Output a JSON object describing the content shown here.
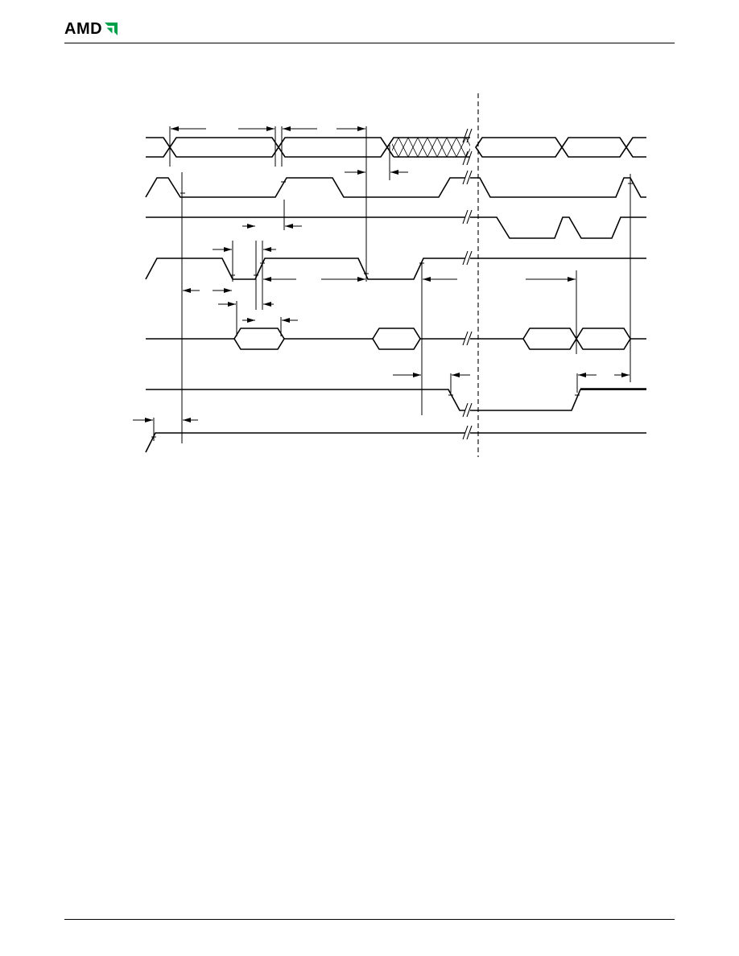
{
  "header": {
    "logo_text": "AMD",
    "logo_icon": "amd-arrow-icon"
  },
  "diagram": {
    "type": "timing-diagram",
    "signal_count": 7,
    "has_break_marks": true,
    "has_reference_dashed_line": true
  }
}
